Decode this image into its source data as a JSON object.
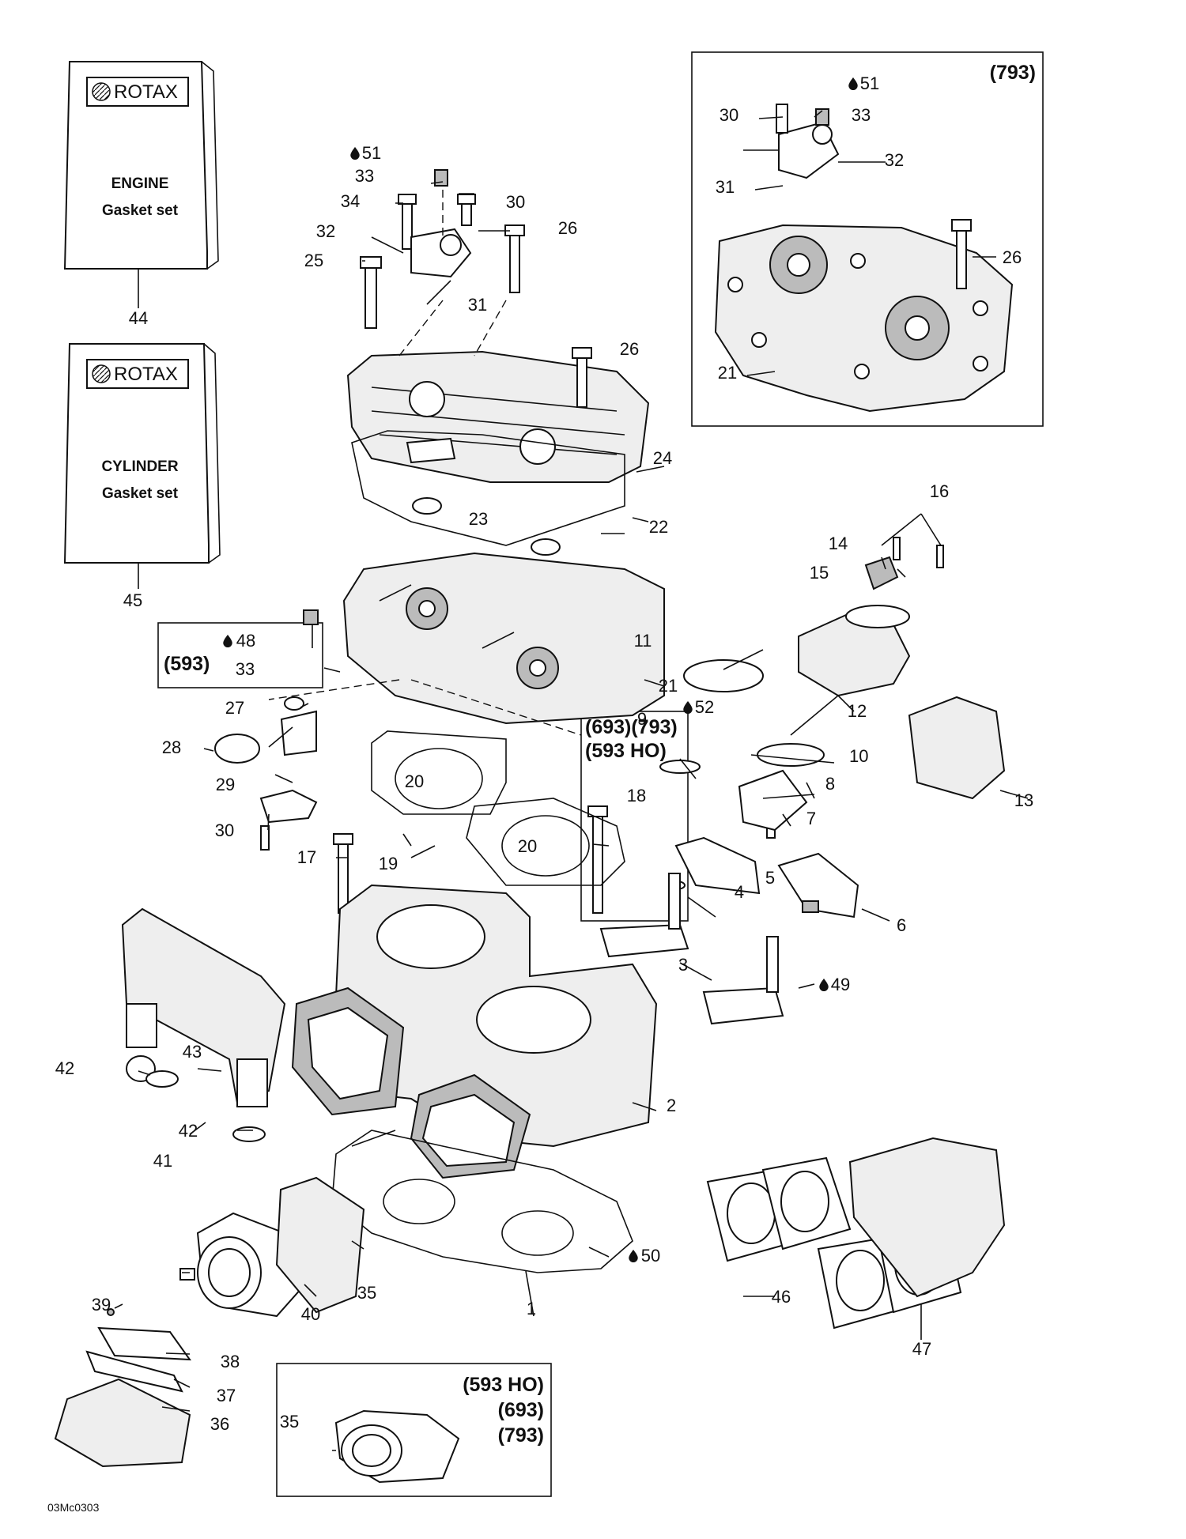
{
  "diagram": {
    "books": {
      "engine": {
        "logo": "ROTAX",
        "line1": "ENGINE",
        "line2": "Gasket set"
      },
      "cylinder": {
        "logo": "ROTAX",
        "line1": "CYLINDER",
        "line2": "Gasket set"
      }
    },
    "variant_boxes": {
      "top_right": "(793)",
      "left": "(593)",
      "mid_l1": "(693)(793)",
      "mid_l2": "(593 HO)",
      "bottom_l1": "(593 HO)",
      "bottom_l2": "(693)",
      "bottom_l3": "(793)"
    },
    "drawing_code": "03Mc0303",
    "callouts": {
      "c1": "1",
      "c2": "2",
      "c3": "3",
      "c4": "4",
      "c5": "5",
      "c6": "6",
      "c7": "7",
      "c8": "8",
      "c9": "9",
      "c10": "10",
      "c11": "11",
      "c12": "12",
      "c13": "13",
      "c14": "14",
      "c15": "15",
      "c16": "16",
      "c17": "17",
      "c18": "18",
      "c19": "19",
      "c20a": "20",
      "c20b": "20",
      "c21a": "21",
      "c21b": "21",
      "c22": "22",
      "c23": "23",
      "c24": "24",
      "c25": "25",
      "c26a": "26",
      "c26b": "26",
      "c26c": "26",
      "c27": "27",
      "c28": "28",
      "c29": "29",
      "c30a": "30",
      "c30b": "30",
      "c30c": "30",
      "c31a": "31",
      "c31b": "31",
      "c32a": "32",
      "c32b": "32",
      "c33a": "33",
      "c33b": "33",
      "c33c": "33",
      "c34": "34",
      "c35a": "35",
      "c35b": "35",
      "c36": "36",
      "c37": "37",
      "c38": "38",
      "c39": "39",
      "c40": "40",
      "c41": "41",
      "c42a": "42",
      "c42b": "42",
      "c43": "43",
      "c44": "44",
      "c45": "45",
      "c46": "46",
      "c47": "47",
      "c48": "48",
      "c49": "49",
      "c50": "50",
      "c51a": "51",
      "c51b": "51",
      "c52": "52"
    }
  }
}
